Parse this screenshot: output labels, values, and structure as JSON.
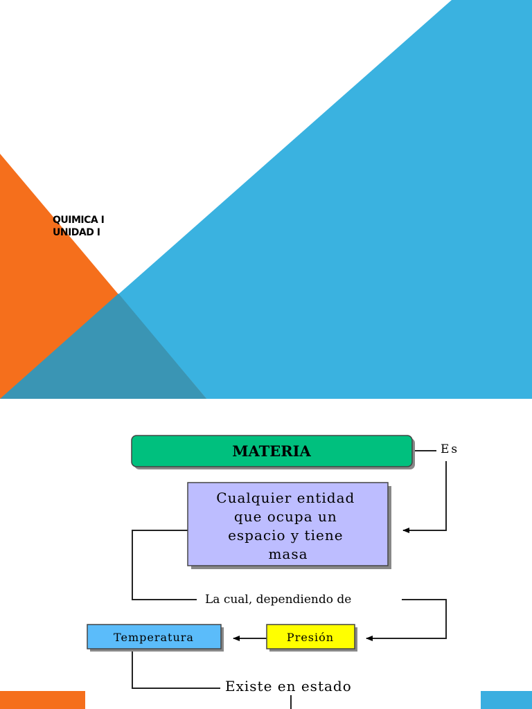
{
  "title_slide": {
    "title_line1": "QUIMICA I",
    "title_line2": "UNIDAD I",
    "colors": {
      "blue": "#3ab2e0",
      "orange": "#f56f1c",
      "overlap": "#3a95b4",
      "white": "#ffffff"
    }
  },
  "concept_map": {
    "materia": "MATERIA",
    "es": "Es",
    "definition": [
      "Cualquier entidad",
      "que ocupa un",
      "espacio y tiene",
      "masa"
    ],
    "la_cual": "La cual, dependiendo de",
    "temperatura": "Temperatura",
    "presion": "Presión",
    "existe": "Existe en estado",
    "colors": {
      "materia_box": "#00c07e",
      "definition_box": "#bdbdff",
      "temperatura_box": "#5bbcfa",
      "presion_box": "#ffff00"
    }
  },
  "footer": {
    "left_color": "#f56f1c",
    "right_color": "#3aaee0"
  }
}
